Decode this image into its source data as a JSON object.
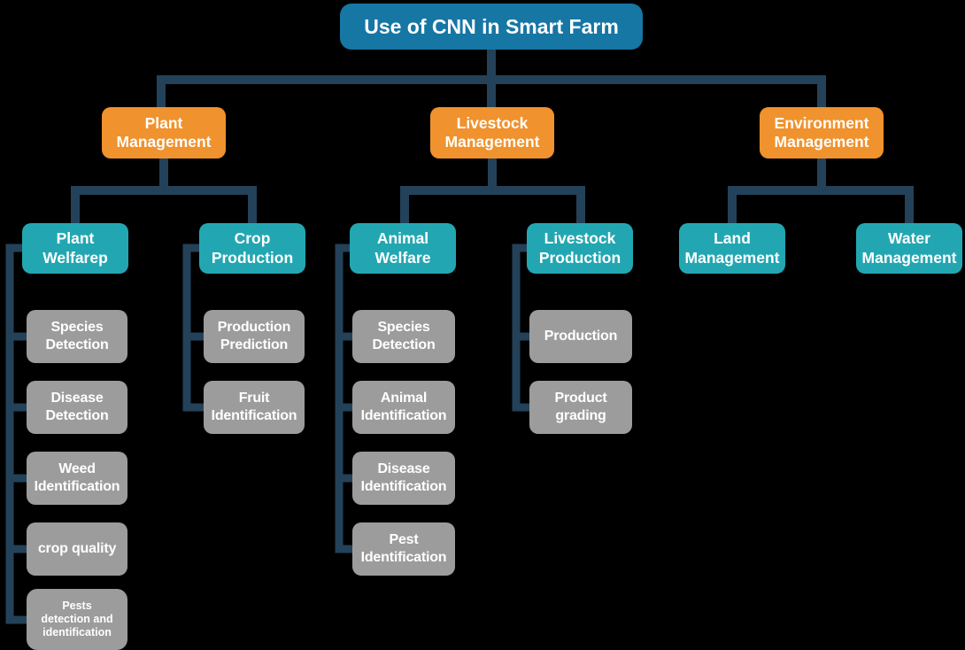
{
  "diagram": {
    "title": "Use of CNN in Smart Farm",
    "colors": {
      "root_box": "#1676a4",
      "branch_box": "#f0922d",
      "sub_box": "#22a7b2",
      "leaf_box": "#9c9c9c",
      "connector": "#234259",
      "text": "#ffffff",
      "background": "#000000"
    },
    "branches": [
      {
        "label": "Plant Management",
        "children": [
          {
            "label": "Plant Welfarep",
            "children": [
              "Species Detection",
              "Disease Detection",
              "Weed Identification",
              "crop quality",
              "Pests\ndetection and\nidentification"
            ]
          },
          {
            "label": "Crop Production",
            "children": [
              "Production Prediction",
              "Fruit Identification"
            ]
          }
        ]
      },
      {
        "label": "Livestock Management",
        "children": [
          {
            "label": "Animal Welfare",
            "children": [
              "Species Detection",
              "Animal Identification",
              "Disease Identification",
              "Pest Identification"
            ]
          },
          {
            "label": "Livestock Production",
            "children": [
              "Production",
              "Product grading"
            ]
          }
        ]
      },
      {
        "label": "Environment Management",
        "children": [
          {
            "label": "Land Management",
            "children": []
          },
          {
            "label": "Water Management",
            "children": []
          }
        ]
      }
    ]
  }
}
